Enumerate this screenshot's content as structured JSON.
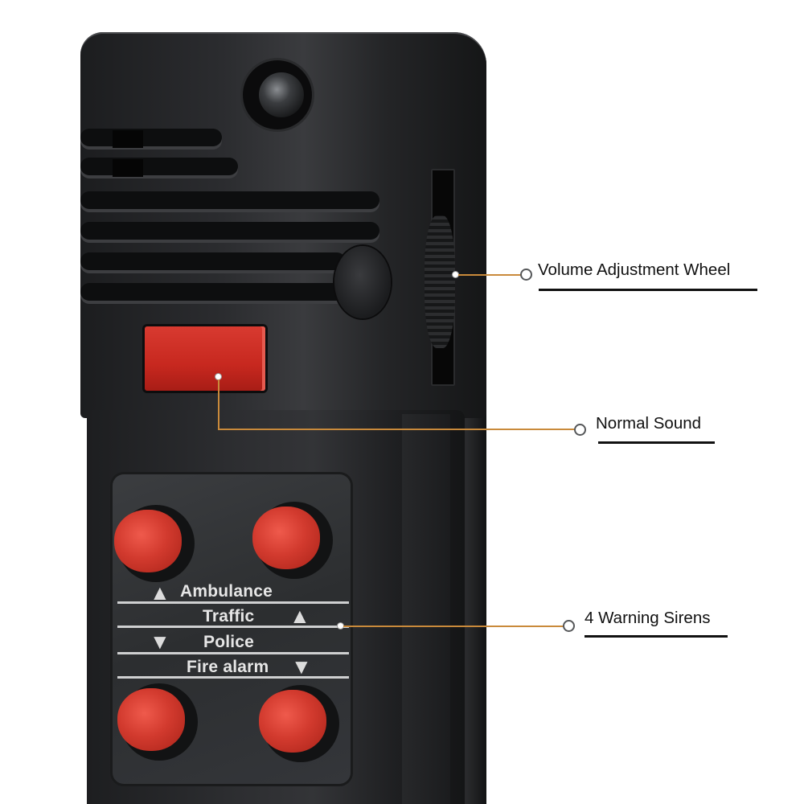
{
  "product": {
    "description": "Black handheld siren device with speaker grille, LED, red switch and four red siren buttons"
  },
  "callouts": [
    {
      "id": "volume",
      "label": "Volume Adjustment Wheel",
      "target": "volume-wheel"
    },
    {
      "id": "normal",
      "label": "Normal Sound",
      "target": "red-switch"
    },
    {
      "id": "sirens",
      "label": "4 Warning Sirens",
      "target": "siren-panel"
    }
  ],
  "panel": {
    "labels": [
      "Ambulance",
      "Traffic",
      "Police",
      "Fire alarm"
    ],
    "arrows": {
      "ambulance": "up-arrow",
      "traffic": "up-arrow",
      "police": "down-arrow",
      "fire_alarm": "down-arrow"
    }
  },
  "colors": {
    "leader_line": "#c98a3b",
    "button_red": "#d23a2e",
    "device_body": "#2b2c2f",
    "label_text": "#111111",
    "panel_text": "#e6e6e6"
  }
}
